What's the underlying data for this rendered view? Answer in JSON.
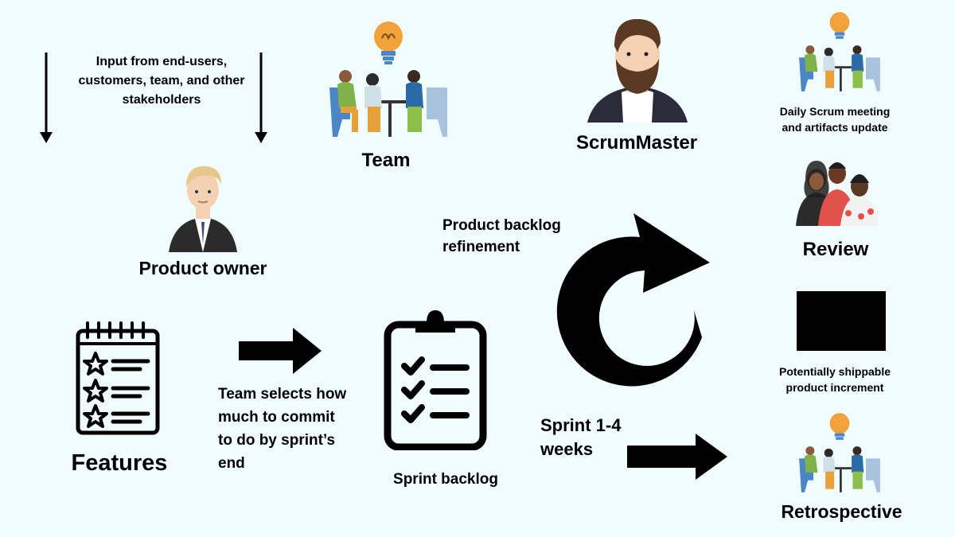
{
  "labels": {
    "input_line1": "Input from end-users,",
    "input_line2": "customers, team, and other",
    "input_line3": "stakeholders",
    "team": "Team",
    "product_owner": "Product owner",
    "scrum_master": "ScrumMaster",
    "backlog_refinement_line1": "Product backlog",
    "backlog_refinement_line2": "refinement",
    "features": "Features",
    "team_selects_line1": "Team selects how",
    "team_selects_line2": "much to commit",
    "team_selects_line3": "to do by sprint’s",
    "team_selects_line4": "end",
    "sprint_backlog": "Sprint backlog",
    "sprint_line1": "Sprint 1-4",
    "sprint_line2": "weeks",
    "daily_line1": "Daily Scrum meeting",
    "daily_line2": "and artifacts update",
    "review": "Review",
    "shippable_line1": "Potentially shippable",
    "shippable_line2": "product increment",
    "retrospective": "Retrospective"
  },
  "colors": {
    "background": "#f0fcfd",
    "text": "#000000",
    "chair": "#4a86c8",
    "bulb": "#f2a23a",
    "skin": "#f3d2b4",
    "beard": "#5a3a22",
    "suit": "#2b2b2b"
  },
  "icons": [
    "team-meeting-icon",
    "lightbulb-icon",
    "product-owner-avatar",
    "scrum-master-avatar",
    "features-notepad-icon",
    "sprint-backlog-clipboard-icon",
    "sprint-cycle-arrow",
    "review-people-icon",
    "increment-block",
    "retrospective-meeting-icon",
    "daily-scrum-meeting-icon"
  ]
}
